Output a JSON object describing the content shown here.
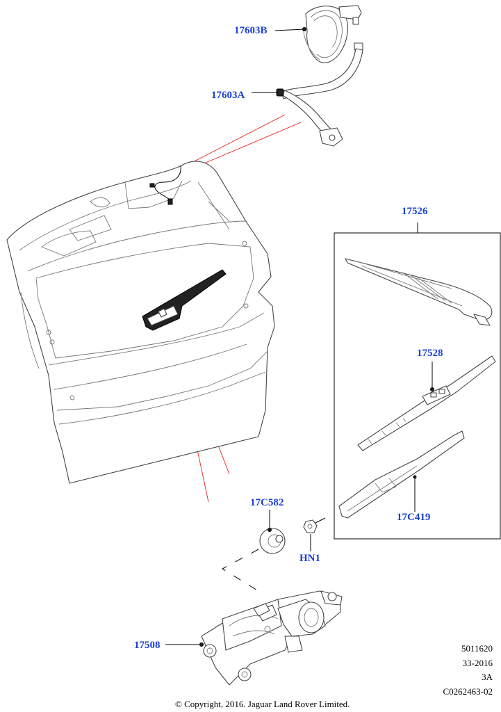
{
  "callouts": {
    "c17603b": "17603B",
    "c17603a": "17603A",
    "c17526": "17526",
    "c17528": "17528",
    "c17c419": "17C419",
    "c17c582": "17C582",
    "chn1": "HN1",
    "c17508": "17508"
  },
  "meta": {
    "line1": "5011620",
    "line2": "33-2016",
    "line3": "3A",
    "line4": "C0262463-02"
  },
  "copyright": "© Copyright, 2016. Jaguar Land Rover Limited.",
  "colors": {
    "callout": "#1a3fd6",
    "guide_line": "#e02020",
    "outline": "#444444"
  }
}
